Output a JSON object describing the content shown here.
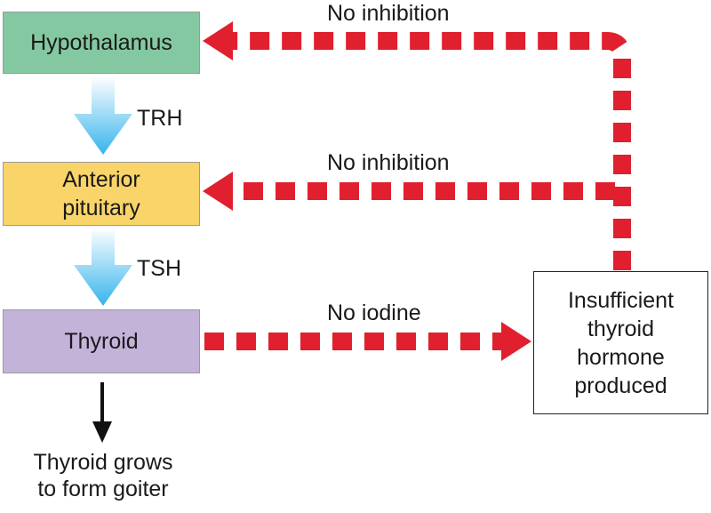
{
  "nodes": {
    "hypothalamus": {
      "label": "Hypothalamus",
      "color": "#84c8a1"
    },
    "anterior_pituitary": {
      "line1": "Anterior",
      "line2": "pituitary",
      "color": "#f9d469"
    },
    "thyroid": {
      "label": "Thyroid",
      "color": "#c3b3d9"
    },
    "insufficient": {
      "line1": "Insufficient",
      "line2": "thyroid",
      "line3": "hormone",
      "line4": "produced"
    }
  },
  "hormones": {
    "trh": "TRH",
    "tsh": "TSH"
  },
  "feedback": {
    "top": "No inhibition",
    "middle": "No inhibition",
    "bottom": "No iodine"
  },
  "outcome": {
    "line1": "Thyroid grows",
    "line2": "to form goiter"
  },
  "colors": {
    "dashed_arrow": "#e0202e",
    "hormone_arrow": "#36b4ec",
    "outcome_arrow": "#111111"
  }
}
